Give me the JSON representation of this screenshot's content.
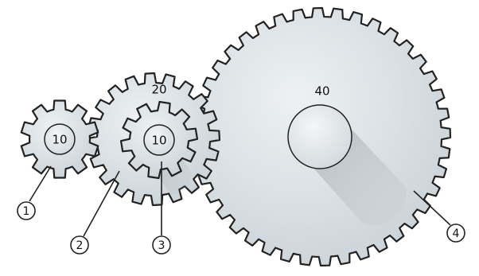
{
  "gears": [
    {
      "id": "gear-1",
      "teeth": 10,
      "label": "10"
    },
    {
      "id": "gear-2",
      "teeth": 20,
      "label": "20"
    },
    {
      "id": "gear-3",
      "teeth": 10,
      "label": "10"
    },
    {
      "id": "gear-4",
      "teeth": 40,
      "label": "40"
    }
  ],
  "callouts": [
    {
      "label": "1"
    },
    {
      "label": "2"
    },
    {
      "label": "3"
    },
    {
      "label": "4"
    }
  ],
  "colors": {
    "gear_fill": "#dde3e6",
    "gear_stroke": "#222222",
    "hub_fill": "#eef1f3",
    "shadow": "#8e979d"
  }
}
